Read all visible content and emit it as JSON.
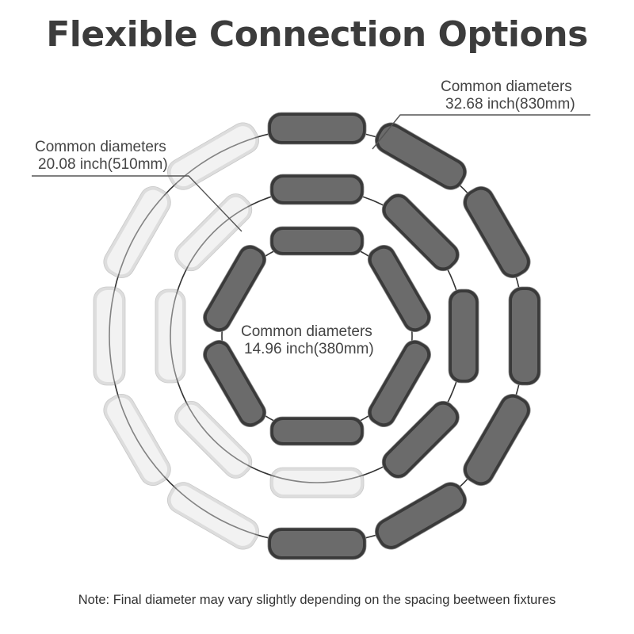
{
  "title": "Flexible Connection Options",
  "callouts": {
    "large": {
      "line1": "Common diameters",
      "line2": "32.68 inch(830mm)"
    },
    "medium": {
      "line1": "Common diameters",
      "line2": "20.08 inch(510mm)"
    },
    "small": {
      "line1": "Common diameters",
      "line2": "14.96 inch(380mm)"
    }
  },
  "note": "Note: Final diameter may vary slightly depending on the spacing beetween fixtures",
  "colors": {
    "panel_dark": "#3a3a3a",
    "panel_light": "#c9c9c9",
    "led": "#f3e6d8",
    "text": "#3c3c3c"
  }
}
